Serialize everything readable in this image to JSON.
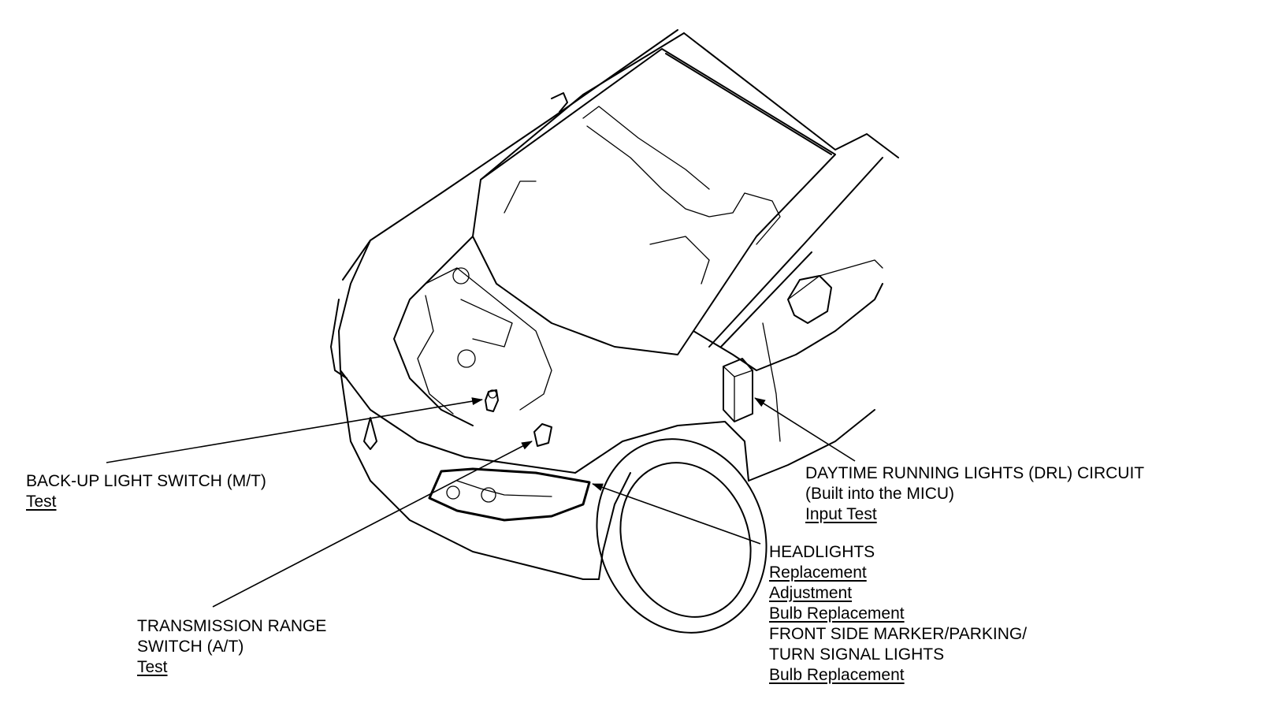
{
  "callouts": {
    "backup_switch": {
      "title": "BACK-UP LIGHT SWITCH (M/T)",
      "links": [
        "Test"
      ]
    },
    "transmission_range_switch": {
      "title_line1": "TRANSMISSION RANGE",
      "title_line2": "SWITCH (A/T)",
      "links": [
        "Test"
      ]
    },
    "drl_circuit": {
      "title_line1": "DAYTIME RUNNING LIGHTS (DRL) CIRCUIT",
      "title_line2": "(Built into the MICU)",
      "links": [
        "Input Test"
      ]
    },
    "headlights": {
      "title": "HEADLIGHTS",
      "links": [
        "Replacement",
        "Adjustment",
        "Bulb Replacement"
      ],
      "sub_title_line1": "FRONT SIDE MARKER/PARKING/",
      "sub_title_line2": "TURN SIGNAL LIGHTS",
      "sub_links": [
        "Bulb Replacement"
      ]
    }
  }
}
